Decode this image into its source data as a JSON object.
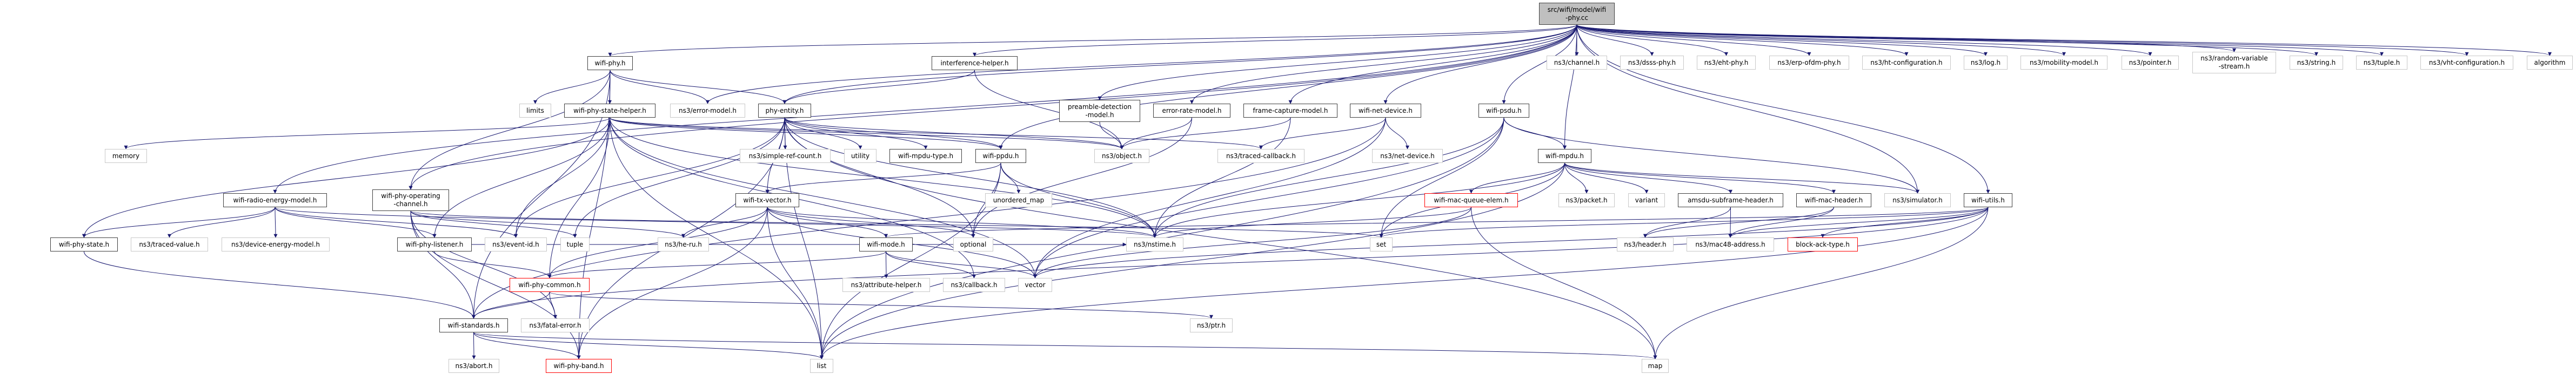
{
  "colors": {
    "edge": "#191970",
    "root_fill": "#bfbfbf",
    "project_border": "#404040",
    "external_border": "#c8c8c8",
    "warn_border": "#ff0000"
  },
  "nodes": [
    {
      "id": "root",
      "label": "src/wifi/model/wifi\n-phy.cc",
      "kind": "root"
    },
    {
      "id": "wifi_phy",
      "label": "wifi-phy.h",
      "kind": "project"
    },
    {
      "id": "interference_helper",
      "label": "interference-helper.h",
      "kind": "project"
    },
    {
      "id": "ns3_channel",
      "label": "ns3/channel.h",
      "kind": "external"
    },
    {
      "id": "ns3_dsss_phy",
      "label": "ns3/dsss-phy.h",
      "kind": "external"
    },
    {
      "id": "ns3_eht_phy",
      "label": "ns3/eht-phy.h",
      "kind": "external"
    },
    {
      "id": "ns3_erp_ofdm_phy",
      "label": "ns3/erp-ofdm-phy.h",
      "kind": "external"
    },
    {
      "id": "ns3_ht_configuration",
      "label": "ns3/ht-configuration.h",
      "kind": "external"
    },
    {
      "id": "ns3_log",
      "label": "ns3/log.h",
      "kind": "external"
    },
    {
      "id": "ns3_mobility_model",
      "label": "ns3/mobility-model.h",
      "kind": "external"
    },
    {
      "id": "ns3_pointer",
      "label": "ns3/pointer.h",
      "kind": "external"
    },
    {
      "id": "ns3_random_variable_stream",
      "label": "ns3/random-variable\n-stream.h",
      "kind": "external"
    },
    {
      "id": "ns3_string",
      "label": "ns3/string.h",
      "kind": "external"
    },
    {
      "id": "ns3_tuple",
      "label": "ns3/tuple.h",
      "kind": "external"
    },
    {
      "id": "ns3_vht_configuration",
      "label": "ns3/vht-configuration.h",
      "kind": "external"
    },
    {
      "id": "algorithm",
      "label": "algorithm",
      "kind": "external"
    },
    {
      "id": "limits",
      "label": "limits",
      "kind": "external"
    },
    {
      "id": "wifi_phy_state_helper",
      "label": "wifi-phy-state-helper.h",
      "kind": "project"
    },
    {
      "id": "ns3_error_model",
      "label": "ns3/error-model.h",
      "kind": "external"
    },
    {
      "id": "phy_entity",
      "label": "phy-entity.h",
      "kind": "project"
    },
    {
      "id": "preamble_detection_model",
      "label": "preamble-detection\n-model.h",
      "kind": "project"
    },
    {
      "id": "error_rate_model",
      "label": "error-rate-model.h",
      "kind": "project"
    },
    {
      "id": "frame_capture_model",
      "label": "frame-capture-model.h",
      "kind": "project"
    },
    {
      "id": "wifi_net_device",
      "label": "wifi-net-device.h",
      "kind": "project"
    },
    {
      "id": "wifi_psdu",
      "label": "wifi-psdu.h",
      "kind": "project"
    },
    {
      "id": "memory",
      "label": "memory",
      "kind": "external"
    },
    {
      "id": "ns3_simple_ref_count",
      "label": "ns3/simple-ref-count.h",
      "kind": "external"
    },
    {
      "id": "utility",
      "label": "utility",
      "kind": "external"
    },
    {
      "id": "wifi_mpdu_type",
      "label": "wifi-mpdu-type.h",
      "kind": "project"
    },
    {
      "id": "wifi_ppdu",
      "label": "wifi-ppdu.h",
      "kind": "project"
    },
    {
      "id": "ns3_object",
      "label": "ns3/object.h",
      "kind": "external"
    },
    {
      "id": "ns3_traced_callback",
      "label": "ns3/traced-callback.h",
      "kind": "external"
    },
    {
      "id": "ns3_net_device",
      "label": "ns3/net-device.h",
      "kind": "external"
    },
    {
      "id": "wifi_mpdu",
      "label": "wifi-mpdu.h",
      "kind": "project"
    },
    {
      "id": "wifi_radio_energy_model",
      "label": "wifi-radio-energy-model.h",
      "kind": "project"
    },
    {
      "id": "wifi_phy_operating_channel",
      "label": "wifi-phy-operating\n-channel.h",
      "kind": "project"
    },
    {
      "id": "wifi_tx_vector",
      "label": "wifi-tx-vector.h",
      "kind": "project"
    },
    {
      "id": "unordered_map",
      "label": "unordered_map",
      "kind": "external"
    },
    {
      "id": "wifi_mac_queue_elem",
      "label": "wifi-mac-queue-elem.h",
      "kind": "warn"
    },
    {
      "id": "ns3_packet",
      "label": "ns3/packet.h",
      "kind": "external"
    },
    {
      "id": "variant",
      "label": "variant",
      "kind": "external"
    },
    {
      "id": "amsdu_subframe_header",
      "label": "amsdu-subframe-header.h",
      "kind": "project"
    },
    {
      "id": "wifi_mac_header",
      "label": "wifi-mac-header.h",
      "kind": "project"
    },
    {
      "id": "ns3_simulator",
      "label": "ns3/simulator.h",
      "kind": "external"
    },
    {
      "id": "wifi_utils",
      "label": "wifi-utils.h",
      "kind": "project"
    },
    {
      "id": "wifi_phy_state",
      "label": "wifi-phy-state.h",
      "kind": "project"
    },
    {
      "id": "ns3_traced_value",
      "label": "ns3/traced-value.h",
      "kind": "external"
    },
    {
      "id": "ns3_device_energy_model",
      "label": "ns3/device-energy-model.h",
      "kind": "external"
    },
    {
      "id": "wifi_phy_listener",
      "label": "wifi-phy-listener.h",
      "kind": "project"
    },
    {
      "id": "ns3_event_id",
      "label": "ns3/event-id.h",
      "kind": "external"
    },
    {
      "id": "tuple",
      "label": "tuple",
      "kind": "external"
    },
    {
      "id": "ns3_he_ru",
      "label": "ns3/he-ru.h",
      "kind": "external"
    },
    {
      "id": "wifi_mode",
      "label": "wifi-mode.h",
      "kind": "project"
    },
    {
      "id": "optional",
      "label": "optional",
      "kind": "external"
    },
    {
      "id": "ns3_nstime",
      "label": "ns3/nstime.h",
      "kind": "external"
    },
    {
      "id": "set",
      "label": "set",
      "kind": "external"
    },
    {
      "id": "ns3_header",
      "label": "ns3/header.h",
      "kind": "external"
    },
    {
      "id": "ns3_mac48_address",
      "label": "ns3/mac48-address.h",
      "kind": "external"
    },
    {
      "id": "block_ack_type",
      "label": "block-ack-type.h",
      "kind": "warn"
    },
    {
      "id": "wifi_phy_common",
      "label": "wifi-phy-common.h",
      "kind": "warn"
    },
    {
      "id": "ns3_attribute_helper",
      "label": "ns3/attribute-helper.h",
      "kind": "external"
    },
    {
      "id": "ns3_callback",
      "label": "ns3/callback.h",
      "kind": "external"
    },
    {
      "id": "vector",
      "label": "vector",
      "kind": "external"
    },
    {
      "id": "wifi_standards",
      "label": "wifi-standards.h",
      "kind": "project"
    },
    {
      "id": "ns3_fatal_error",
      "label": "ns3/fatal-error.h",
      "kind": "external"
    },
    {
      "id": "ns3_ptr",
      "label": "ns3/ptr.h",
      "kind": "external"
    },
    {
      "id": "ns3_abort",
      "label": "ns3/abort.h",
      "kind": "external"
    },
    {
      "id": "wifi_phy_band",
      "label": "wifi-phy-band.h",
      "kind": "warn"
    },
    {
      "id": "list",
      "label": "list",
      "kind": "external"
    },
    {
      "id": "map",
      "label": "map",
      "kind": "external"
    }
  ],
  "edges": [
    [
      "root",
      "wifi_phy"
    ],
    [
      "root",
      "interference_helper"
    ],
    [
      "root",
      "preamble_detection_model"
    ],
    [
      "root",
      "error_rate_model"
    ],
    [
      "root",
      "frame_capture_model"
    ],
    [
      "root",
      "wifi_net_device"
    ],
    [
      "root",
      "wifi_psdu"
    ],
    [
      "root",
      "wifi_ppdu"
    ],
    [
      "root",
      "ns3_channel"
    ],
    [
      "root",
      "ns3_dsss_phy"
    ],
    [
      "root",
      "ns3_eht_phy"
    ],
    [
      "root",
      "ns3_erp_ofdm_phy"
    ],
    [
      "root",
      "ns3_ht_configuration"
    ],
    [
      "root",
      "ns3_log"
    ],
    [
      "root",
      "ns3_mobility_model"
    ],
    [
      "root",
      "ns3_pointer"
    ],
    [
      "root",
      "ns3_random_variable_stream"
    ],
    [
      "root",
      "ns3_string"
    ],
    [
      "root",
      "ns3_tuple"
    ],
    [
      "root",
      "ns3_vht_configuration"
    ],
    [
      "root",
      "algorithm"
    ],
    [
      "root",
      "wifi_utils"
    ],
    [
      "root",
      "ns3_error_model"
    ],
    [
      "root",
      "phy_entity"
    ],
    [
      "root",
      "wifi_radio_energy_model"
    ],
    [
      "root",
      "wifi_phy_operating_channel"
    ],
    [
      "root",
      "ns3_simulator"
    ],
    [
      "root",
      "wifi_mpdu"
    ],
    [
      "wifi_phy",
      "limits"
    ],
    [
      "wifi_phy",
      "wifi_phy_state_helper"
    ],
    [
      "wifi_phy",
      "ns3_error_model"
    ],
    [
      "wifi_phy",
      "phy_entity"
    ],
    [
      "wifi_phy",
      "wifi_phy_operating_channel"
    ],
    [
      "wifi_phy",
      "wifi_standards"
    ],
    [
      "wifi_phy",
      "wifi_phy_band"
    ],
    [
      "interference_helper",
      "phy_entity"
    ],
    [
      "interference_helper",
      "ns3_object"
    ],
    [
      "wifi_phy_state_helper",
      "memory"
    ],
    [
      "wifi_phy_state_helper",
      "wifi_phy_state"
    ],
    [
      "wifi_phy_state_helper",
      "wifi_phy_listener"
    ],
    [
      "wifi_phy_state_helper",
      "ns3_event_id"
    ],
    [
      "wifi_phy_state_helper",
      "wifi_ppdu"
    ],
    [
      "wifi_phy_state_helper",
      "ns3_object"
    ],
    [
      "wifi_phy_state_helper",
      "ns3_traced_callback"
    ],
    [
      "wifi_phy_state_helper",
      "ns3_nstime"
    ],
    [
      "wifi_phy_state_helper",
      "vector"
    ],
    [
      "wifi_phy_state_helper",
      "list"
    ],
    [
      "wifi_phy_state_helper",
      "ns3_callback"
    ],
    [
      "wifi_phy_state_helper",
      "wifi_phy_common"
    ],
    [
      "phy_entity",
      "ns3_simple_ref_count"
    ],
    [
      "phy_entity",
      "utility"
    ],
    [
      "phy_entity",
      "wifi_mpdu_type"
    ],
    [
      "phy_entity",
      "wifi_ppdu"
    ],
    [
      "phy_entity",
      "wifi_tx_vector"
    ],
    [
      "phy_entity",
      "tuple"
    ],
    [
      "phy_entity",
      "ns3_event_id"
    ],
    [
      "phy_entity",
      "ns3_nstime"
    ],
    [
      "phy_entity",
      "list"
    ],
    [
      "phy_entity",
      "map"
    ],
    [
      "phy_entity",
      "wifi_phy_band"
    ],
    [
      "phy_entity",
      "optional"
    ],
    [
      "phy_entity",
      "ns3_object"
    ],
    [
      "preamble_detection_model",
      "ns3_object"
    ],
    [
      "error_rate_model",
      "ns3_object"
    ],
    [
      "error_rate_model",
      "optional"
    ],
    [
      "frame_capture_model",
      "ns3_object"
    ],
    [
      "frame_capture_model",
      "ns3_nstime"
    ],
    [
      "wifi_ppdu",
      "wifi_tx_vector"
    ],
    [
      "wifi_ppdu",
      "unordered_map"
    ],
    [
      "wifi_ppdu",
      "optional"
    ],
    [
      "wifi_ppdu",
      "ns3_nstime"
    ],
    [
      "wifi_ppdu",
      "list"
    ],
    [
      "wifi_tx_vector",
      "ns3_he_ru"
    ],
    [
      "wifi_tx_vector",
      "wifi_mode"
    ],
    [
      "wifi_tx_vector",
      "wifi_phy_common"
    ],
    [
      "wifi_tx_vector",
      "wifi_phy_band"
    ],
    [
      "wifi_tx_vector",
      "list"
    ],
    [
      "wifi_tx_vector",
      "vector"
    ],
    [
      "wifi_tx_vector",
      "ns3_nstime"
    ],
    [
      "wifi_tx_vector",
      "optional"
    ],
    [
      "wifi_mode",
      "ns3_attribute_helper"
    ],
    [
      "wifi_mode",
      "ns3_callback"
    ],
    [
      "wifi_mode",
      "vector"
    ],
    [
      "wifi_mode",
      "wifi_phy_common"
    ],
    [
      "wifi_phy_common",
      "wifi_standards"
    ],
    [
      "wifi_phy_common",
      "ns3_fatal_error"
    ],
    [
      "wifi_phy_common",
      "ns3_ptr"
    ],
    [
      "wifi_standards",
      "ns3_abort"
    ],
    [
      "wifi_standards",
      "wifi_phy_band"
    ],
    [
      "wifi_standards",
      "list"
    ],
    [
      "wifi_standards",
      "map"
    ],
    [
      "wifi_radio_energy_model",
      "wifi_phy_state"
    ],
    [
      "wifi_radio_energy_model",
      "ns3_traced_value"
    ],
    [
      "wifi_radio_energy_model",
      "ns3_device_energy_model"
    ],
    [
      "wifi_radio_energy_model",
      "wifi_phy_listener"
    ],
    [
      "wifi_radio_energy_model",
      "ns3_event_id"
    ],
    [
      "wifi_radio_energy_model",
      "ns3_nstime"
    ],
    [
      "wifi_phy_operating_channel",
      "wifi_standards"
    ],
    [
      "wifi_phy_operating_channel",
      "wifi_phy_band"
    ],
    [
      "wifi_phy_operating_channel",
      "tuple"
    ],
    [
      "wifi_phy_operating_channel",
      "ns3_he_ru"
    ],
    [
      "wifi_phy_operating_channel",
      "set"
    ],
    [
      "wifi_phy_operating_channel",
      "ns3_fatal_error"
    ],
    [
      "wifi_phy_listener",
      "wifi_phy_common"
    ],
    [
      "wifi_phy_listener",
      "ns3_nstime"
    ],
    [
      "wifi_phy_state",
      "wifi_standards"
    ],
    [
      "wifi_net_device",
      "ns3_net_device"
    ],
    [
      "wifi_net_device",
      "ns3_traced_callback"
    ],
    [
      "wifi_net_device",
      "wifi_standards"
    ],
    [
      "wifi_net_device",
      "vector"
    ],
    [
      "wifi_psdu",
      "wifi_mpdu"
    ],
    [
      "wifi_psdu",
      "set"
    ],
    [
      "wifi_psdu",
      "ns3_nstime"
    ],
    [
      "wifi_psdu",
      "list"
    ],
    [
      "wifi_psdu",
      "vector"
    ],
    [
      "wifi_psdu",
      "ns3_simulator"
    ],
    [
      "wifi_mpdu",
      "wifi_mac_queue_elem"
    ],
    [
      "wifi_mpdu",
      "ns3_packet"
    ],
    [
      "wifi_mpdu",
      "variant"
    ],
    [
      "wifi_mpdu",
      "amsdu_subframe_header"
    ],
    [
      "wifi_mpdu",
      "wifi_mac_header"
    ],
    [
      "wifi_mpdu",
      "ns3_simulator"
    ],
    [
      "wifi_mpdu",
      "list"
    ],
    [
      "wifi_mpdu",
      "set"
    ],
    [
      "wifi_mpdu",
      "ns3_nstime"
    ],
    [
      "wifi_mac_queue_elem",
      "map"
    ],
    [
      "wifi_mac_queue_elem",
      "ns3_nstime"
    ],
    [
      "wifi_mac_queue_elem",
      "vector"
    ],
    [
      "amsdu_subframe_header",
      "ns3_header"
    ],
    [
      "amsdu_subframe_header",
      "ns3_mac48_address"
    ],
    [
      "wifi_mac_header",
      "ns3_header"
    ],
    [
      "wifi_mac_header",
      "ns3_mac48_address"
    ],
    [
      "wifi_utils",
      "block_ack_type"
    ],
    [
      "wifi_utils",
      "ns3_mac48_address"
    ],
    [
      "wifi_utils",
      "set"
    ],
    [
      "wifi_utils",
      "list"
    ],
    [
      "wifi_utils",
      "map"
    ],
    [
      "wifi_utils",
      "wifi_standards"
    ],
    [
      "wifi_utils",
      "wifi_mode"
    ],
    [
      "wifi_utils",
      "vector"
    ]
  ]
}
